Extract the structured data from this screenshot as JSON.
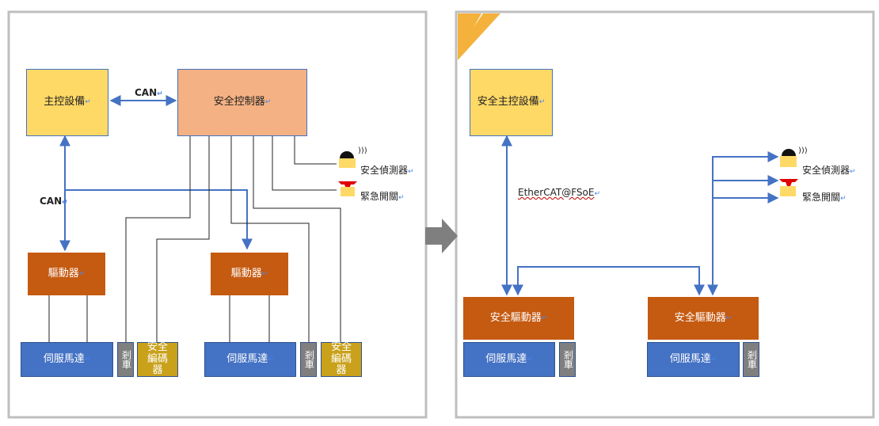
{
  "left": {
    "main_controller": "主控設備",
    "safety_controller": "安全控制器",
    "can_horizontal": "CAN",
    "can_vertical": "CAN",
    "sensor_label": "安全偵測器",
    "estop_label": "緊急開關",
    "drive1": "驅動器",
    "drive2": "驅動器",
    "servo1": "伺服馬達",
    "servo2": "伺服馬達",
    "brake1": "剎車",
    "brake2": "剎車",
    "encoder1": "安全編碼器",
    "encoder2": "安全編碼器"
  },
  "right": {
    "main_controller": "安全主控設備",
    "ethercat_label": "EtherCAT@FSoE",
    "sensor_label": "安全偵測器",
    "estop_label": "緊急開關",
    "drive1": "安全驅動器",
    "drive2": "安全驅動器",
    "servo1": "伺服馬達",
    "servo2": "伺服馬達",
    "brake1": "剎車",
    "brake2": "剎車"
  },
  "marks": {
    "return": "↵",
    "waves": ")))"
  },
  "colors": {
    "connector": "#4472c4",
    "panel_border": "#bfbfbf",
    "arrow": "#7f7f7f",
    "corner_tag": "#f4b13b"
  }
}
